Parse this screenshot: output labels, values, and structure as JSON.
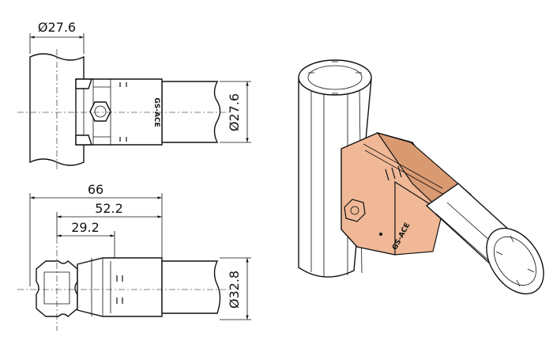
{
  "dimensions": {
    "pipe_diameter_top": "Ø27.6",
    "pipe_diameter_right": "Ø27.6",
    "overall_length": "66",
    "length_mid": "52.2",
    "length_short": "29.2",
    "connector_diameter": "Ø32.8"
  },
  "brand": {
    "logo_text": "GS-ACE"
  },
  "colors": {
    "line": "#111111",
    "connector_fill": "#f0b896",
    "connector_shade": "#d99a72",
    "pipe_fill": "#ffffff"
  }
}
